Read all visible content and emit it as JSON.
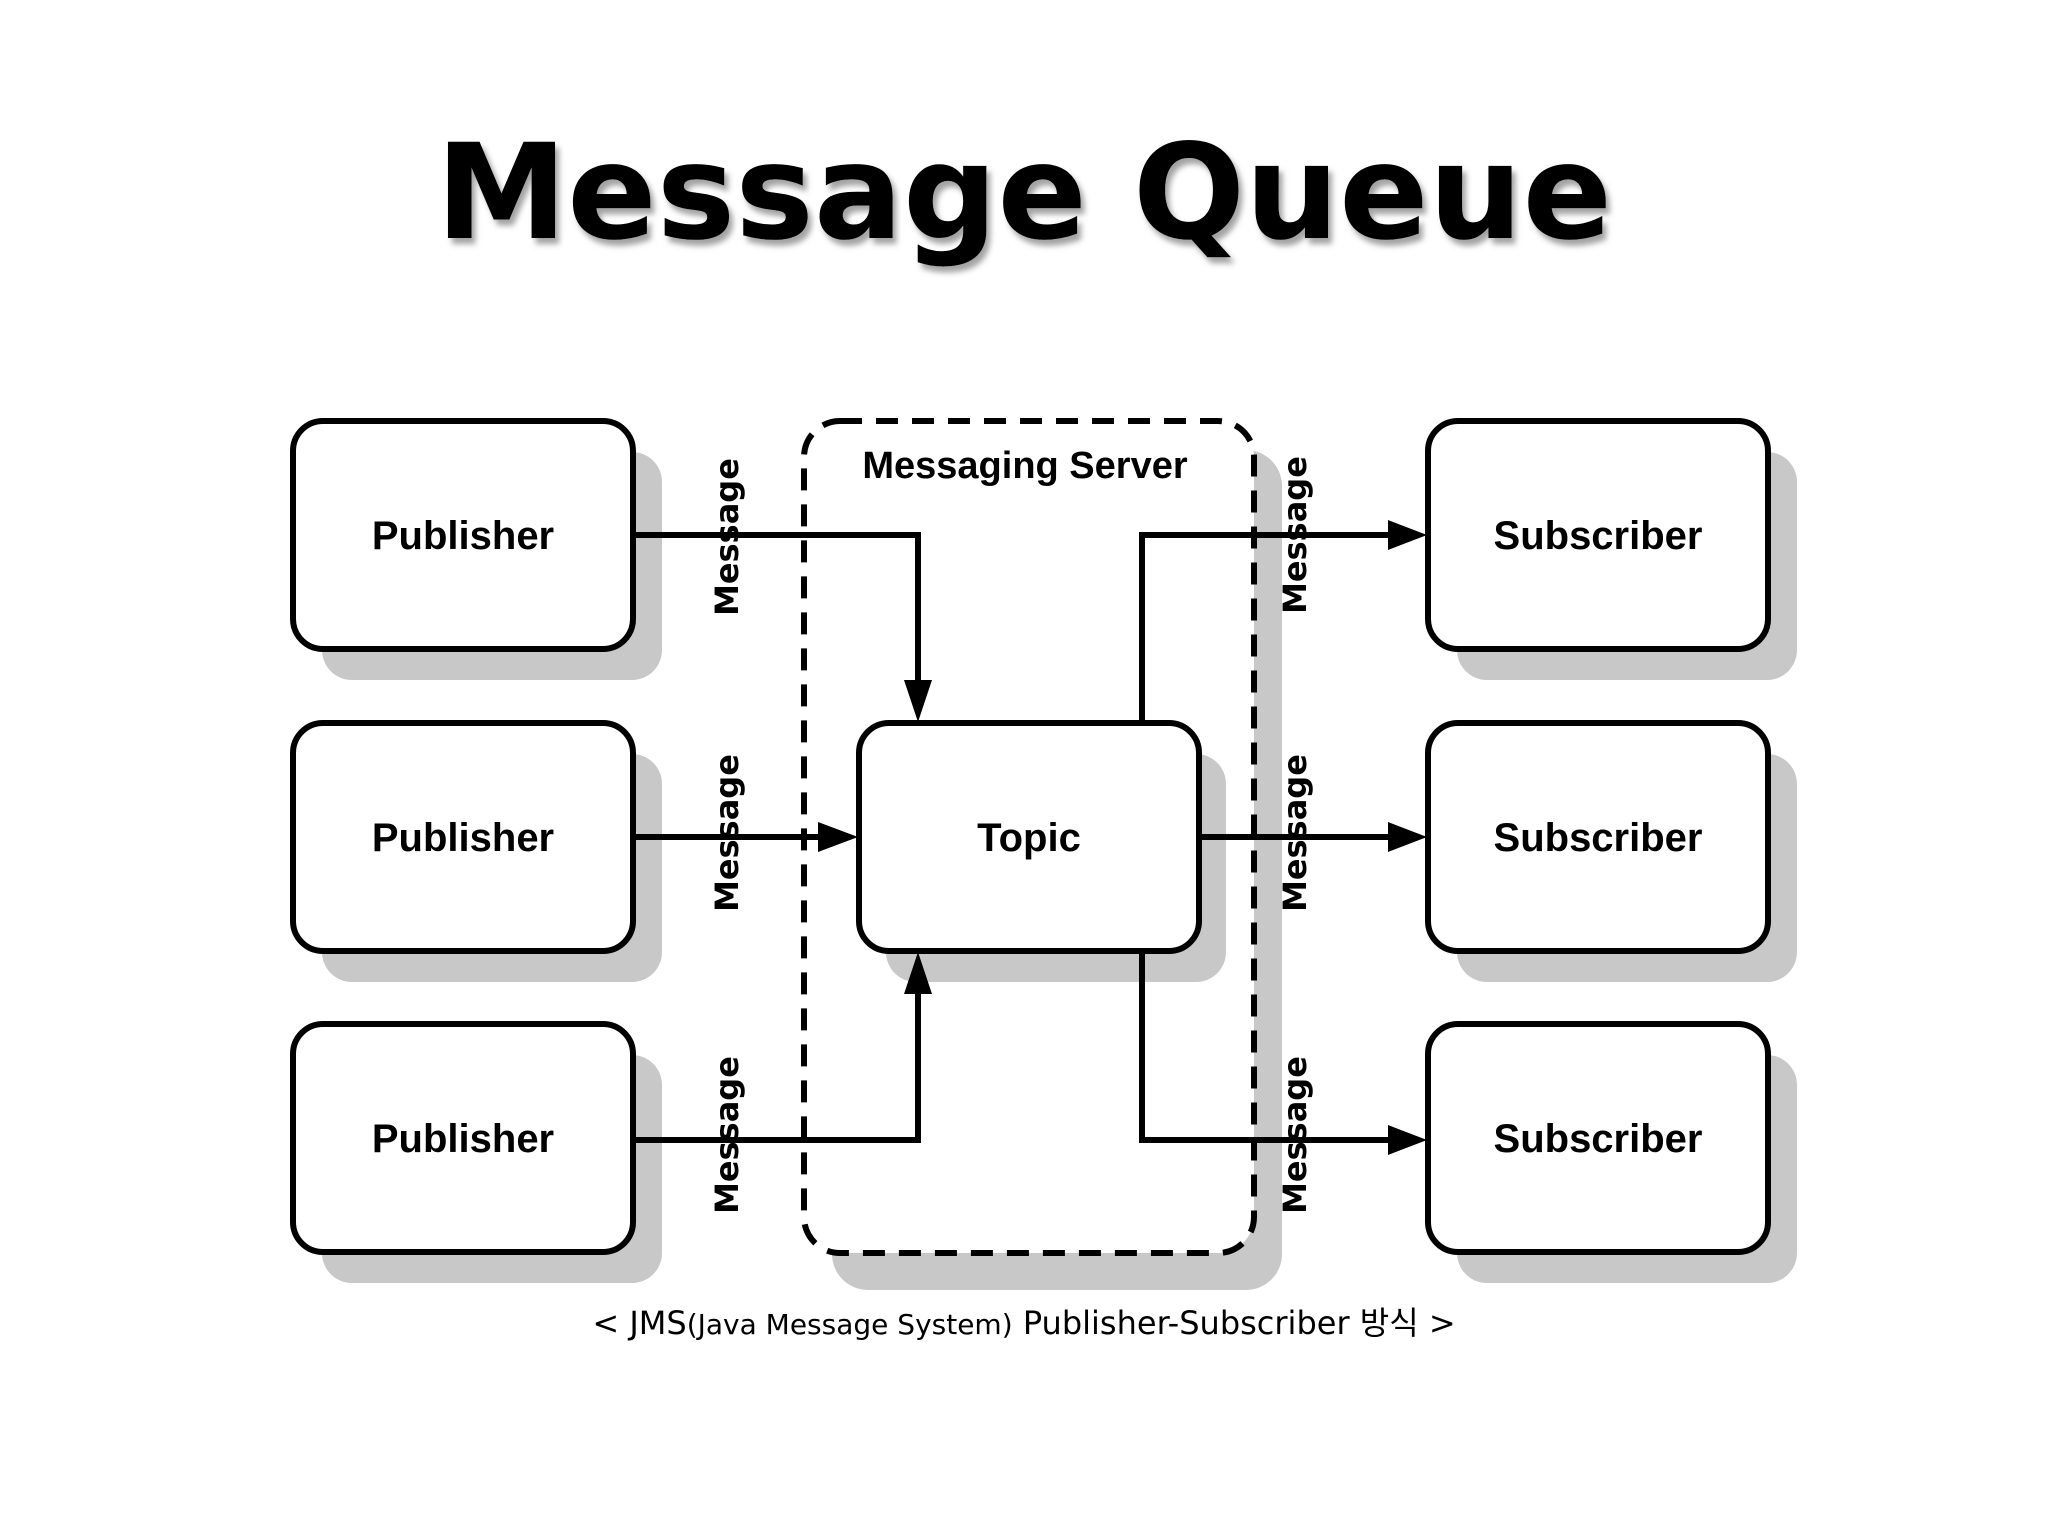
{
  "title": "Message Queue",
  "server": {
    "label": "Messaging Server"
  },
  "topic": {
    "label": "Topic"
  },
  "publishers": [
    {
      "label": "Publisher"
    },
    {
      "label": "Publisher"
    },
    {
      "label": "Publisher"
    }
  ],
  "subscribers": [
    {
      "label": "Subscriber"
    },
    {
      "label": "Subscriber"
    },
    {
      "label": "Subscriber"
    }
  ],
  "edges": [
    {
      "from": "publisher-1",
      "to": "topic",
      "label": "Message"
    },
    {
      "from": "publisher-2",
      "to": "topic",
      "label": "Message"
    },
    {
      "from": "publisher-3",
      "to": "topic",
      "label": "Message"
    },
    {
      "from": "topic",
      "to": "subscriber-1",
      "label": "Message"
    },
    {
      "from": "topic",
      "to": "subscriber-2",
      "label": "Message"
    },
    {
      "from": "topic",
      "to": "subscriber-3",
      "label": "Message"
    }
  ],
  "caption": {
    "open": "< JMS",
    "paren": "(Java Message System)",
    "rest": " Publisher-Subscriber 방식 >"
  }
}
